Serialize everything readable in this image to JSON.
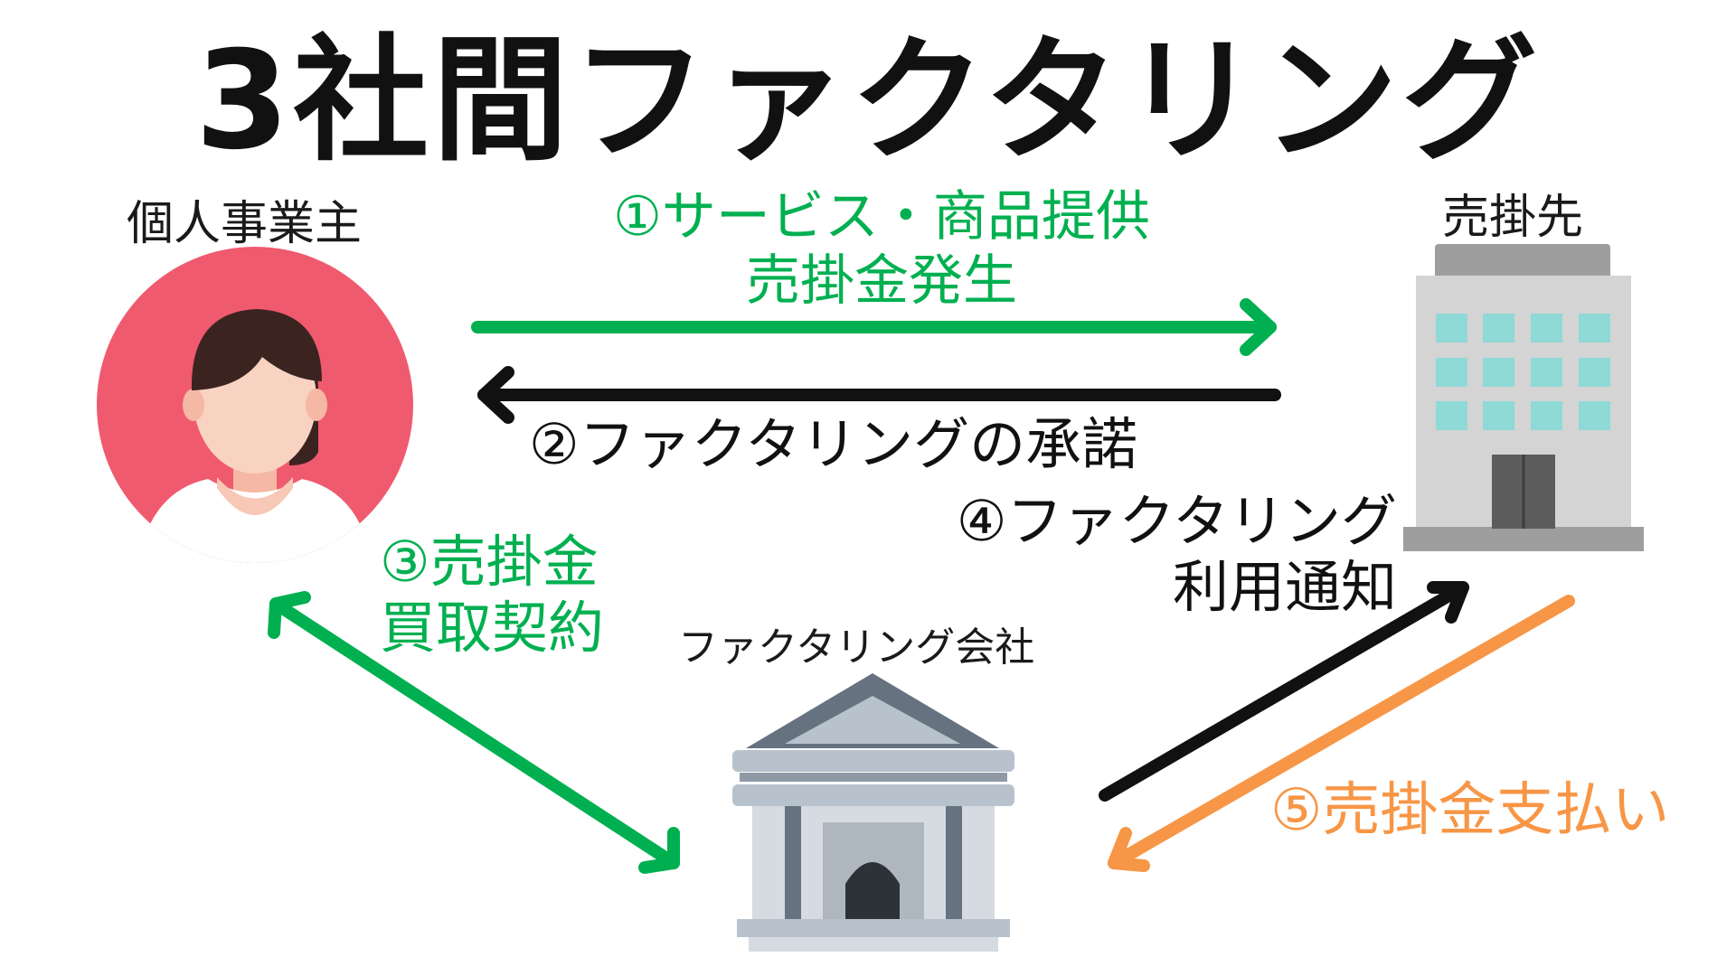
{
  "title": "3社間ファクタリング",
  "entities": {
    "individual": "個人事業主",
    "customer": "売掛先",
    "factoring_company": "ファクタリング会社"
  },
  "steps": {
    "step1_line1": "①サービス・商品提供",
    "step1_line2": "売掛金発生",
    "step2": "②ファクタリングの承諾",
    "step3_line1": "③売掛金",
    "step3_line2": "買取契約",
    "step4_line1": "④ファクタリング",
    "step4_line2": "利用通知",
    "step5": "⑤売掛金支払い"
  },
  "colors": {
    "green": "#00b050",
    "black": "#111111",
    "orange": "#f79646",
    "avatar_circle": "#f05a6e",
    "building_gray": "#d4d4d4",
    "window_teal": "#8fd9d6",
    "bank_gray": "#b8c2cc"
  },
  "icons": {
    "individual": "person-avatar-icon",
    "customer": "office-building-icon",
    "factoring_company": "bank-building-icon"
  }
}
